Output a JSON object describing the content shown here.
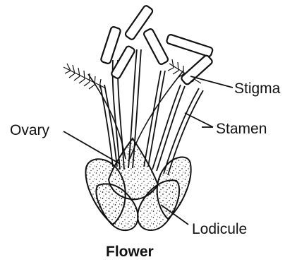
{
  "labels": {
    "stigma": "Stigma",
    "stamen": "Stamen",
    "ovary": "Ovary",
    "lodicule": "Lodicule"
  },
  "caption": "Flower",
  "colors": {
    "ink": "#111111",
    "paper": "#ffffff"
  }
}
